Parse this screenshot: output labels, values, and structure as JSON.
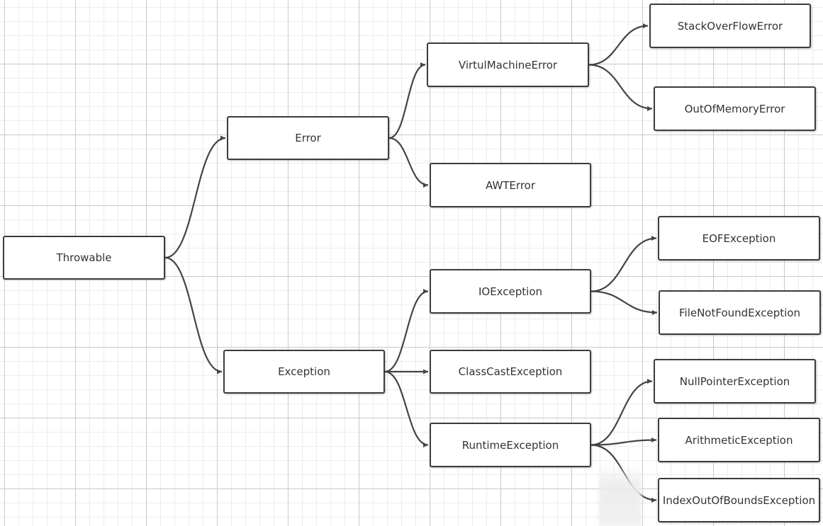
{
  "diagram": {
    "nodes": [
      {
        "id": "throwable",
        "label": "Throwable"
      },
      {
        "id": "error",
        "label": "Error"
      },
      {
        "id": "exception",
        "label": "Exception"
      },
      {
        "id": "virtualmachineerror",
        "label": "VirtulMachineError"
      },
      {
        "id": "awterror",
        "label": "AWTError"
      },
      {
        "id": "ioexception",
        "label": "IOException"
      },
      {
        "id": "classcastexception",
        "label": "ClassCastException"
      },
      {
        "id": "runtimeexception",
        "label": "RuntimeException"
      },
      {
        "id": "stackoverflowerror",
        "label": "StackOverFlowError"
      },
      {
        "id": "outofmemoryerror",
        "label": "OutOfMemoryError"
      },
      {
        "id": "eofexception",
        "label": "EOFException"
      },
      {
        "id": "filenotfoundexception",
        "label": "FileNotFoundException"
      },
      {
        "id": "nullpointerexception",
        "label": "NullPointerException"
      },
      {
        "id": "arithmeticexception",
        "label": "ArithmeticException"
      },
      {
        "id": "indexoutofboundsexception",
        "label": "IndexOutOfBoundsException"
      }
    ],
    "edges": [
      {
        "from": "throwable",
        "to": "error"
      },
      {
        "from": "throwable",
        "to": "exception"
      },
      {
        "from": "error",
        "to": "virtualmachineerror"
      },
      {
        "from": "error",
        "to": "awterror"
      },
      {
        "from": "virtualmachineerror",
        "to": "stackoverflowerror"
      },
      {
        "from": "virtualmachineerror",
        "to": "outofmemoryerror"
      },
      {
        "from": "exception",
        "to": "ioexception"
      },
      {
        "from": "exception",
        "to": "classcastexception"
      },
      {
        "from": "exception",
        "to": "runtimeexception"
      },
      {
        "from": "ioexception",
        "to": "eofexception"
      },
      {
        "from": "ioexception",
        "to": "filenotfoundexception"
      },
      {
        "from": "runtimeexception",
        "to": "nullpointerexception"
      },
      {
        "from": "runtimeexception",
        "to": "arithmeticexception"
      },
      {
        "from": "runtimeexception",
        "to": "indexoutofboundsexception"
      }
    ],
    "colors": {
      "node_border": "#3c3c3c",
      "edge": "#444444",
      "text": "#333333",
      "grid_major": "#c9c9c9",
      "grid_minor": "#ececec"
    }
  }
}
